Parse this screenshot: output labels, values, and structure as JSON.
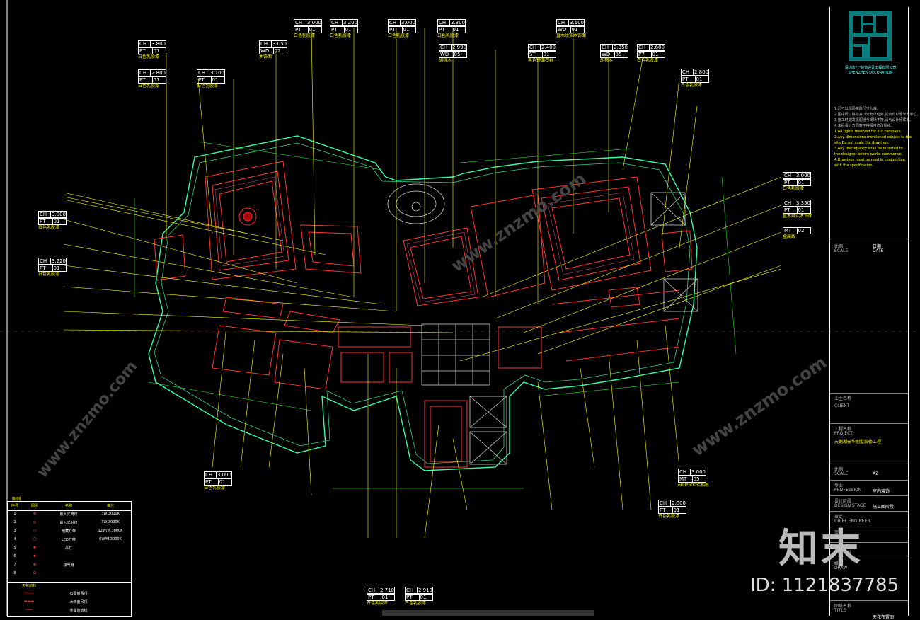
{
  "title_block": {
    "company": "深圳市***装饰设计工程有限公司",
    "company_en": "SHENZHEN DECORATION",
    "notes_cn": [
      "1.尺寸以现场实际尺寸为准。",
      "2.图中尺寸除标高以米为单位外,其余均以毫米为单位。",
      "3.施工时如发现图纸与现场不符,请与设计师联系。",
      "4.未经设计方同意不得擅自修改图纸。"
    ],
    "notes_en": [
      "1.All rights reserved for our company.",
      "2.Any dimensions mentioned subject to the",
      "site.Do not scale the drawings.",
      "3.Any discrepancy shall be reported to",
      "the designer before works commence.",
      "4.Drawings must be read in conjunction",
      "with the specification."
    ],
    "rows": [
      {
        "label": "比例",
        "value": "日期"
      },
      {
        "label": "SCALE",
        "value": "DATE"
      },
      {
        "label": "业主名称",
        "value": ""
      },
      {
        "label": "CLIENT",
        "value": ""
      },
      {
        "label": "工程名称",
        "value": ""
      },
      {
        "label": "PROJECT",
        "value": "天鹅湖豪华别墅装修工程"
      },
      {
        "label": "比例",
        "value": ""
      },
      {
        "label": "SCALE",
        "value": "A2"
      },
      {
        "label": "专业",
        "value": "室内装饰"
      },
      {
        "label": "PROFESSION",
        "value": ""
      },
      {
        "label": "设计阶段",
        "value": "施工图阶段"
      },
      {
        "label": "DESIGN STAGE",
        "value": ""
      },
      {
        "label": "审定",
        "value": ""
      },
      {
        "label": "CHIEF ENGINEER",
        "value": ""
      },
      {
        "label": "审核",
        "value": ""
      },
      {
        "label": "CHECK",
        "value": ""
      },
      {
        "label": "设计",
        "value": ""
      },
      {
        "label": "DESIGN",
        "value": ""
      },
      {
        "label": "绘图",
        "value": ""
      },
      {
        "label": "DRAW",
        "value": ""
      },
      {
        "label": "图纸名称",
        "value": ""
      },
      {
        "label": "TITLE",
        "value": "天花布置图"
      }
    ]
  },
  "legend": {
    "title": "图例",
    "headers": [
      "序号",
      "图例",
      "名称",
      "备注"
    ],
    "rows": [
      [
        "1",
        "⊕",
        "嵌入式筒灯",
        "3W,3000K"
      ],
      [
        "2",
        "◎",
        "嵌入式射灯",
        "3W,3000K"
      ],
      [
        "3",
        "▭",
        "暗藏灯带",
        "12W/M,3000K"
      ],
      [
        "4",
        "◯",
        "LED灯带",
        "6W/M,3000K"
      ],
      [
        "5",
        "✺",
        "吊灯",
        ""
      ],
      [
        "6",
        "✹",
        "",
        ""
      ],
      [
        "7",
        "⊗",
        "排气扇",
        ""
      ],
      [
        "8",
        "⊞",
        "",
        ""
      ]
    ],
    "materials_title": "天花材料",
    "materials": [
      "石膏板吊顶",
      "木饰面吊顶",
      "金属装饰线"
    ]
  },
  "tags": [
    {
      "ch": "CH 3.800",
      "code": "PT | 01",
      "note": "白色乳胶漆"
    },
    {
      "ch": "CH 2.800",
      "code": "PT | 01",
      "note": "白色乳胶漆"
    },
    {
      "ch": "CH 3.100",
      "code": "PT | 01",
      "note": "白色乳胶漆"
    },
    {
      "ch": "CH 3.050",
      "code": "WD | 02",
      "note": "木饰面"
    },
    {
      "ch": "CH 3.000",
      "code": "PT | 01",
      "note": "白色乳胶漆"
    },
    {
      "ch": "CH 3.200",
      "code": "PT | 01",
      "note": "白色乳胶漆"
    },
    {
      "ch": "CH 3.000",
      "code": "PT | 01",
      "note": "白色乳胶漆"
    },
    {
      "ch": "CH 3.300",
      "code": "PT | 01",
      "note": "白色乳胶漆"
    },
    {
      "ch": "CH 3.100",
      "code": "WD | 01",
      "note": "直木纹实木饰面"
    },
    {
      "ch": "CH 2.990",
      "code": "WD | 05",
      "note": "胡桃木"
    },
    {
      "ch": "CH 2.400",
      "code": "ST | 01",
      "note": "黑色镜面石材"
    },
    {
      "ch": "CH 2.350",
      "code": "WD | 05",
      "note": "胡桃木"
    },
    {
      "ch": "CH 2.600",
      "code": "PT | 01",
      "note": "白色乳胶漆"
    },
    {
      "ch": "CH 2.800",
      "code": "PT | 01",
      "note": "白色乳胶漆"
    },
    {
      "ch": "CH 3.000",
      "code": "PT | 01",
      "note": "白色乳胶漆"
    },
    {
      "ch": "CH 3.350",
      "code": "PT | 01",
      "note": "直木纹实木饰面"
    },
    {
      "ch": "MT | 02",
      "code": "",
      "note": "金属线"
    },
    {
      "ch": "CH 3.000",
      "code": "PT | 01",
      "note": "白色乳胶漆"
    },
    {
      "ch": "CH 3.220",
      "code": "PT | 01",
      "note": "白色乳胶漆"
    },
    {
      "ch": "CH 3.000",
      "code": "PT | 01",
      "note": "白色乳胶漆"
    },
    {
      "ch": "CH 3.000",
      "code": "MT | 05",
      "note": "600*600铝扣板"
    },
    {
      "ch": "CH 2.800",
      "code": "PT | 01",
      "note": "白色乳胶漆"
    },
    {
      "ch": "CH 2.710",
      "code": "PT | 01",
      "note": "白色乳胶漆"
    },
    {
      "ch": "CH 2.918",
      "code": "PT | 01",
      "note": "白色乳胶漆"
    }
  ],
  "watermark": {
    "brand": "知末",
    "id": "ID: 1121837785",
    "site": "www.znzmo.com"
  }
}
